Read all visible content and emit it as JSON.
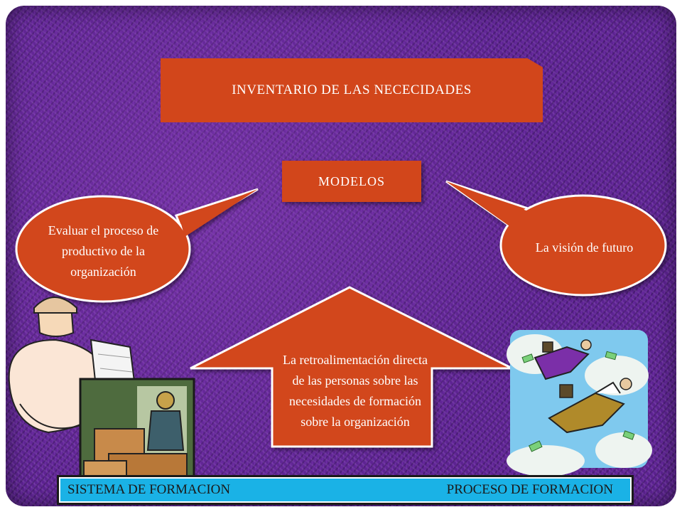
{
  "diagram": {
    "title": "INVENTARIO DE LAS NECECIDADES",
    "center_label": "MODELOS",
    "left_bubble": "Evaluar el proceso de productivo de la organización",
    "right_bubble": "La visión de futuro",
    "bottom_arrow": "La retroalimentación directa de las personas sobre las necesidades de formación sobre la organización"
  },
  "footer": {
    "left_label": "SISTEMA DE FORMACION",
    "right_label": "PROCESO DE FORMACION"
  },
  "colors": {
    "background": "#5c2391",
    "shape_fill": "#d2461b",
    "footer_fill": "#1ab2e6"
  },
  "icons": [
    "engineer-woman-icon",
    "warehouse-worker-icon",
    "flying-businessmen-icon"
  ]
}
